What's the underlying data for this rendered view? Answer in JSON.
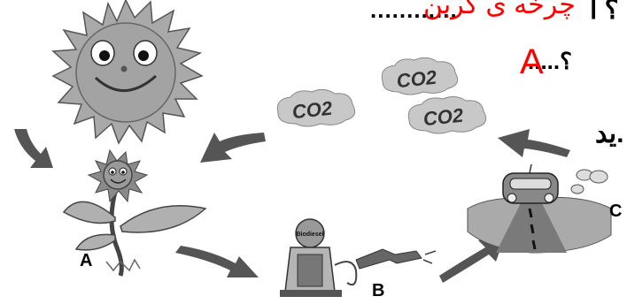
{
  "question_text": {
    "q1_dots": "............",
    "q1_answer": "چرخه ی کربن",
    "q1_end": "؟ ا",
    "q2_dots": ".....؟",
    "q2_answer": "A",
    "q3_end": "ید."
  },
  "co2_labels": [
    "CO2",
    "CO2",
    "CO2"
  ],
  "pump_label": "Biodiesel",
  "labels": {
    "a": "A",
    "b": "B",
    "c": "C"
  },
  "colors": {
    "answer_red": "#ff0000",
    "cloud_gray": "#c8c8c8",
    "sun_gray": "#a6a6a6"
  }
}
